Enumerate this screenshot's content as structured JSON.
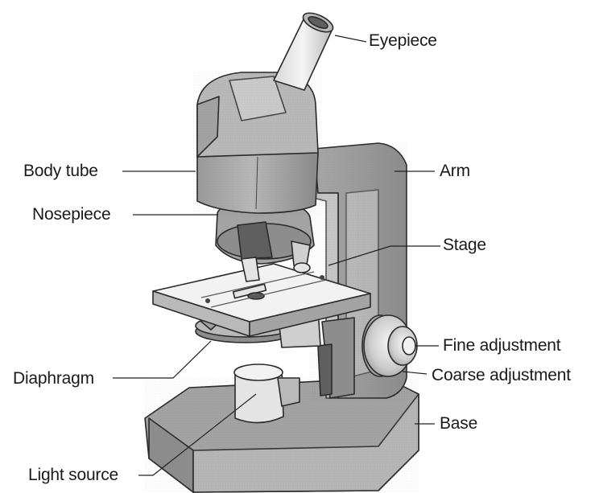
{
  "labels": {
    "eyepiece": "Eyepiece",
    "body_tube": "Body tube",
    "arm": "Arm",
    "nosepiece": "Nosepiece",
    "stage": "Stage",
    "fine_adjustment": "Fine adjustment",
    "diaphragm": "Diaphragm",
    "coarse_adjustment": "Coarse adjustment",
    "base": "Base",
    "light_source": "Light source"
  },
  "colors": {
    "line": "#222222",
    "text": "#1a1a1a",
    "background": "#ffffff"
  }
}
